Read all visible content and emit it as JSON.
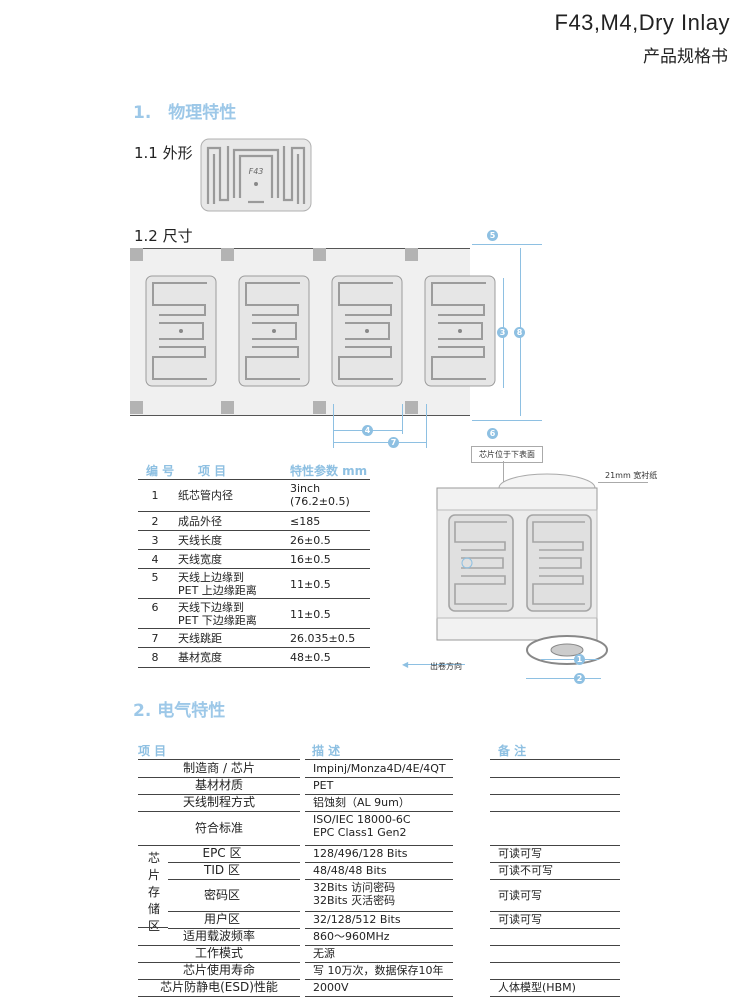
{
  "header": {
    "title": "F43,M4,Dry Inlay",
    "subtitle": "产品规格书"
  },
  "section1": {
    "title": "1.　物理特性",
    "sub1": "1.1 外形",
    "sub2": "1.2 尺寸",
    "inlay_print": "F43"
  },
  "dim_table": {
    "headers": [
      "编 号",
      "项 目",
      "特性参数 mm"
    ],
    "rows": [
      {
        "no": "1",
        "item": "纸芯管内径",
        "val": "3inch\n(76.2±0.5)"
      },
      {
        "no": "2",
        "item": "成品外径",
        "val": "≤185"
      },
      {
        "no": "3",
        "item": "天线长度",
        "val": "26±0.5"
      },
      {
        "no": "4",
        "item": "天线宽度",
        "val": "16±0.5"
      },
      {
        "no": "5",
        "item": "天线上边缘到\nPET 上边缘距离",
        "val": "11±0.5"
      },
      {
        "no": "6",
        "item": "天线下边缘到\nPET 下边缘距离",
        "val": "11±0.5"
      },
      {
        "no": "7",
        "item": "天线跳距",
        "val": "26.035±0.5"
      },
      {
        "no": "8",
        "item": "基材宽度",
        "val": "48±0.5"
      }
    ]
  },
  "roll_diagram": {
    "chip_label": "芯片位于下表面",
    "paper_label": "21mm 宽衬纸",
    "direction_label": "出卷方向",
    "markers": [
      "1",
      "2"
    ]
  },
  "dim_markers": [
    "3",
    "4",
    "5",
    "6",
    "7",
    "8"
  ],
  "section2": {
    "title": "2. 电气特性",
    "headers": [
      "项 目",
      "描 述",
      "备 注"
    ],
    "memory_group": "芯片存储区",
    "rows": [
      {
        "item": "制造商 / 芯片",
        "desc": "Impinj/Monza4D/4E/4QT",
        "note": ""
      },
      {
        "item": "基材材质",
        "desc": "PET",
        "note": ""
      },
      {
        "item": "天线制程方式",
        "desc": "铝蚀刻（AL 9um）",
        "note": ""
      },
      {
        "item": "符合标准",
        "desc": "ISO/IEC 18000-6C\nEPC Class1 Gen2",
        "note": ""
      },
      {
        "item": "EPC 区",
        "desc": "128/496/128 Bits",
        "note": "可读可写"
      },
      {
        "item": "TID 区",
        "desc": "48/48/48 Bits",
        "note": "可读不可写"
      },
      {
        "item": "密码区",
        "desc": "32Bits 访问密码\n32Bits 灭活密码",
        "note": "可读可写"
      },
      {
        "item": "用户区",
        "desc": "32/128/512 Bits",
        "note": "可读可写"
      },
      {
        "item": "适用载波频率",
        "desc": "860～960MHz",
        "note": ""
      },
      {
        "item": "工作模式",
        "desc": "无源",
        "note": ""
      },
      {
        "item": "芯片使用寿命",
        "desc": "写 10万次，数据保存10年",
        "note": ""
      },
      {
        "item": "芯片防静电(ESD)性能",
        "desc": "2000V",
        "note": "人体模型(HBM)"
      }
    ]
  }
}
